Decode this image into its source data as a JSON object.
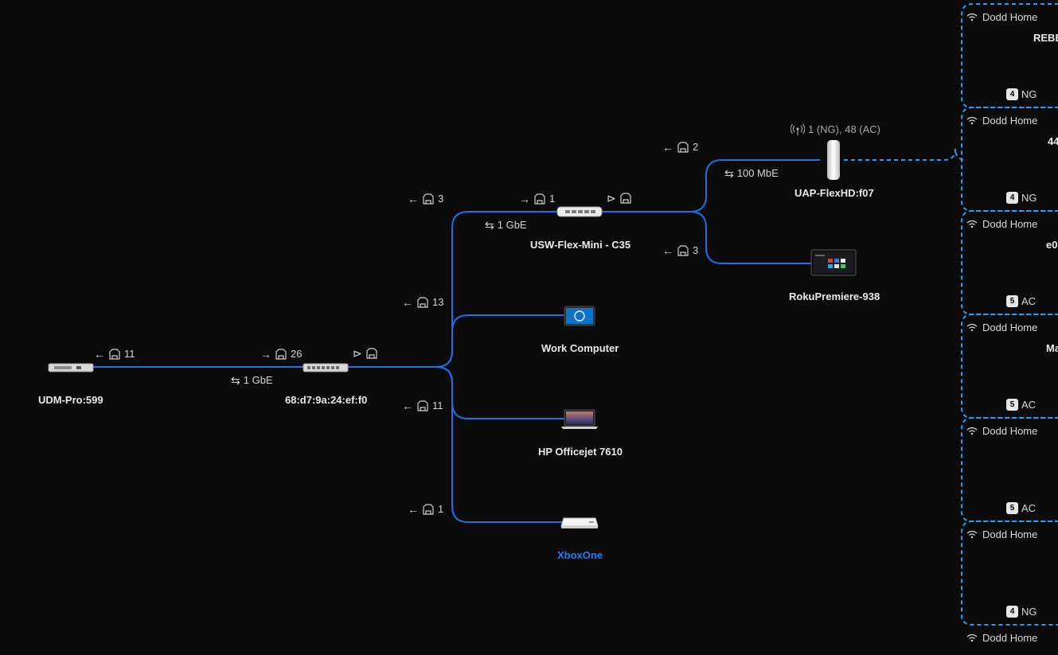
{
  "devices": {
    "udm": {
      "name": "UDM-Pro:599",
      "port": "11"
    },
    "sw1": {
      "name": "68:d7:9a:24:ef:f0",
      "uplink_port": "26",
      "speed": "1 GbE"
    },
    "flexmini": {
      "name": "USW-Flex-Mini - C35",
      "port_in": "3",
      "uplink_port": "1",
      "speed": "1 GbE"
    },
    "ap": {
      "name": "UAP-FlexHD:f07",
      "port": "2",
      "speed": "100 MbE",
      "channels": "1 (NG), 48 (AC)"
    },
    "roku": {
      "name": "RokuPremiere-938",
      "port": "3"
    },
    "work": {
      "name": "Work Computer",
      "port": "13"
    },
    "hp": {
      "name": "HP Officejet 7610",
      "port": "11"
    },
    "xbox": {
      "name": "XboxOne",
      "port": "1"
    }
  },
  "symbols": {
    "arrow_left": "←",
    "arrow_right": "→",
    "swap": "⇆",
    "branch": "⊳"
  },
  "wireless_clients": [
    {
      "ssid": "Dodd Home",
      "name": "REBE",
      "radio": "NG",
      "badge": "4"
    },
    {
      "ssid": "Dodd Home",
      "name": "44",
      "radio": "NG",
      "badge": "4"
    },
    {
      "ssid": "Dodd Home",
      "name": "e0",
      "radio": "AC",
      "badge": "5"
    },
    {
      "ssid": "Dodd Home",
      "name": "Ma",
      "radio": "AC",
      "badge": "5"
    },
    {
      "ssid": "Dodd Home",
      "name": "",
      "radio": "AC",
      "badge": "5"
    },
    {
      "ssid": "Dodd Home",
      "name": "",
      "radio": "NG",
      "badge": "4"
    },
    {
      "ssid": "Dodd Home",
      "name": "",
      "radio": "",
      "badge": ""
    }
  ],
  "colors": {
    "wire": "#1f6fe6",
    "wireless": "#2a9df4",
    "background": "#0b0b0c",
    "link": "#1f7bff"
  }
}
